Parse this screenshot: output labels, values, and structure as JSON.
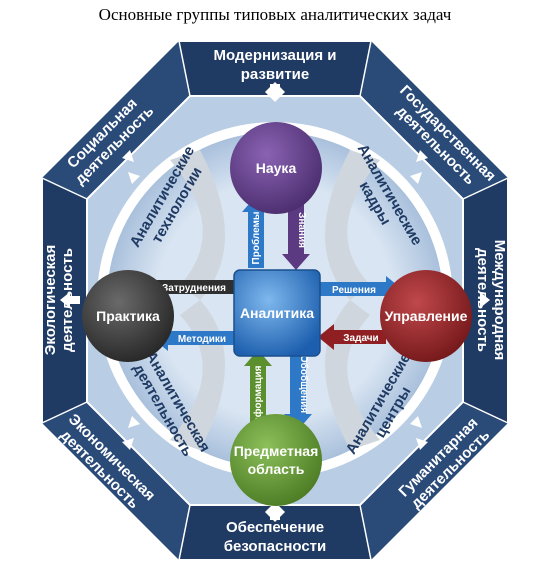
{
  "title": "Основные группы типовых аналитических задач",
  "outer_ring": {
    "top": [
      "Модернизация и",
      "развитие"
    ],
    "bottom": [
      "Обеспечение",
      "безопасности"
    ],
    "left": [
      "Экологическая",
      "деятельность"
    ],
    "right": [
      "Международная",
      "деятельность"
    ],
    "top_left": [
      "Социальная",
      "деятельность"
    ],
    "top_right": [
      "Государственная",
      "деятельность"
    ],
    "bottom_left": [
      "Экономическая",
      "деятельность"
    ],
    "bottom_right": [
      "Гуманитарная",
      "деятельность"
    ]
  },
  "diagonal_labels": {
    "top_left": [
      "Аналитические",
      "технологии"
    ],
    "top_right": [
      "Аналитические",
      "кадры"
    ],
    "bottom_left": [
      "Аналитическая",
      "деятельность"
    ],
    "bottom_right": [
      "Аналитические",
      "центры"
    ]
  },
  "nodes": {
    "top": "Наука",
    "left": "Практика",
    "right": "Управление",
    "bottom": [
      "Предметная",
      "область"
    ],
    "center": "Аналитика"
  },
  "arrows": {
    "top_up": "Проблемы",
    "top_down": "Знания",
    "left_in": "Затруднения",
    "left_out": "Методики",
    "right_out": "Решения",
    "right_in": "Задачи",
    "bottom_up": "Информация",
    "bottom_down": "Обобщения"
  },
  "colors": {
    "navy": "#1f3a63",
    "light_blue": "#b9cde4",
    "nauka": "#5c3a82",
    "praktika": "#3b3b3b",
    "upravlenie": "#8f1f22",
    "oblast": "#5c8f2e",
    "center": "#2e78c8"
  }
}
